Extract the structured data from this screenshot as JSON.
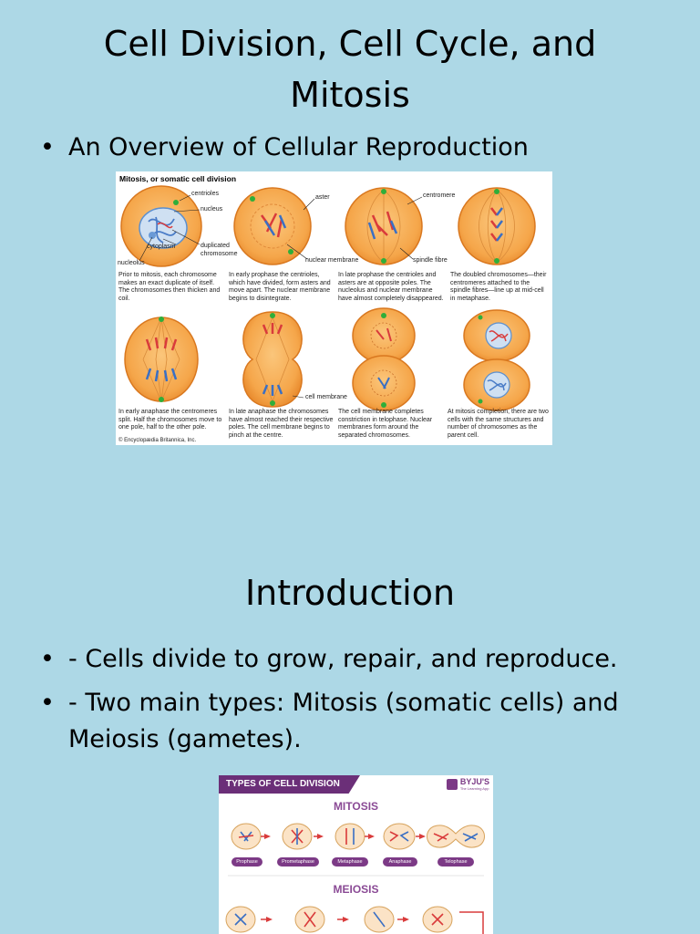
{
  "slide1": {
    "title_line1": "Cell Division, Cell Cycle, and",
    "title_line2": "Mitosis",
    "bullet": "An Overview of Cellular Reproduction",
    "figure": {
      "title": "Mitosis, or somatic cell division",
      "labels": {
        "centrioles": "centrioles",
        "nucleus": "nucleus",
        "cytoplasm": "cytoplasm",
        "nucleolus": "nucleolus",
        "duplicated_chromosome": "duplicated chromosome",
        "aster": "aster",
        "nuclear_membrane": "nuclear membrane",
        "centromere": "centromere",
        "spindle_fibre": "spindle fibre",
        "cell_membrane": "cell membrane"
      },
      "captions": [
        "Prior to mitosis, each chromosome makes an exact duplicate of itself. The chromosomes then thicken and coil.",
        "In early prophase the centrioles, which have divided, form asters and move apart. The nuclear membrane begins to disintegrate.",
        "In late prophase the centrioles and asters are at opposite poles. The nucleolus and nuclear membrane have almost completely disappeared.",
        "The doubled chromosomes—their centromeres attached to the spindle fibres—line up at mid-cell in metaphase.",
        "In early anaphase the centromeres split. Half the chromosomes move to one pole, half to the other pole.",
        "In late anaphase the chromosomes have almost reached their respective poles. The cell membrane begins to pinch at the centre.",
        "The cell membrane completes constriction in telophase. Nuclear membranes form around the separated chromosomes.",
        "At mitosis completion, there are two cells with the same structures and number of chromosomes as the parent cell."
      ],
      "credit": "© Encyclopædia Britannica, Inc."
    }
  },
  "slide2": {
    "title": "Introduction",
    "bullets": [
      "- Cells divide to grow, repair, and reproduce.",
      "- Two main types: Mitosis (somatic cells) and Meiosis (gametes)."
    ],
    "figure": {
      "banner": "TYPES OF CELL DIVISION",
      "brand": "BYJU'S",
      "brand_tag": "The Learning App",
      "mitosis_heading": "MITOSIS",
      "phases": [
        "Prophase",
        "Prometaphase",
        "Metaphase",
        "Anaphase",
        "Telophase"
      ],
      "meiosis_heading": "MEIOSIS"
    }
  },
  "colors": {
    "background": "#add8e6",
    "cell_fill": "#f5a64a",
    "banner": "#6b2f78",
    "phase_pill": "#7c3a86"
  }
}
